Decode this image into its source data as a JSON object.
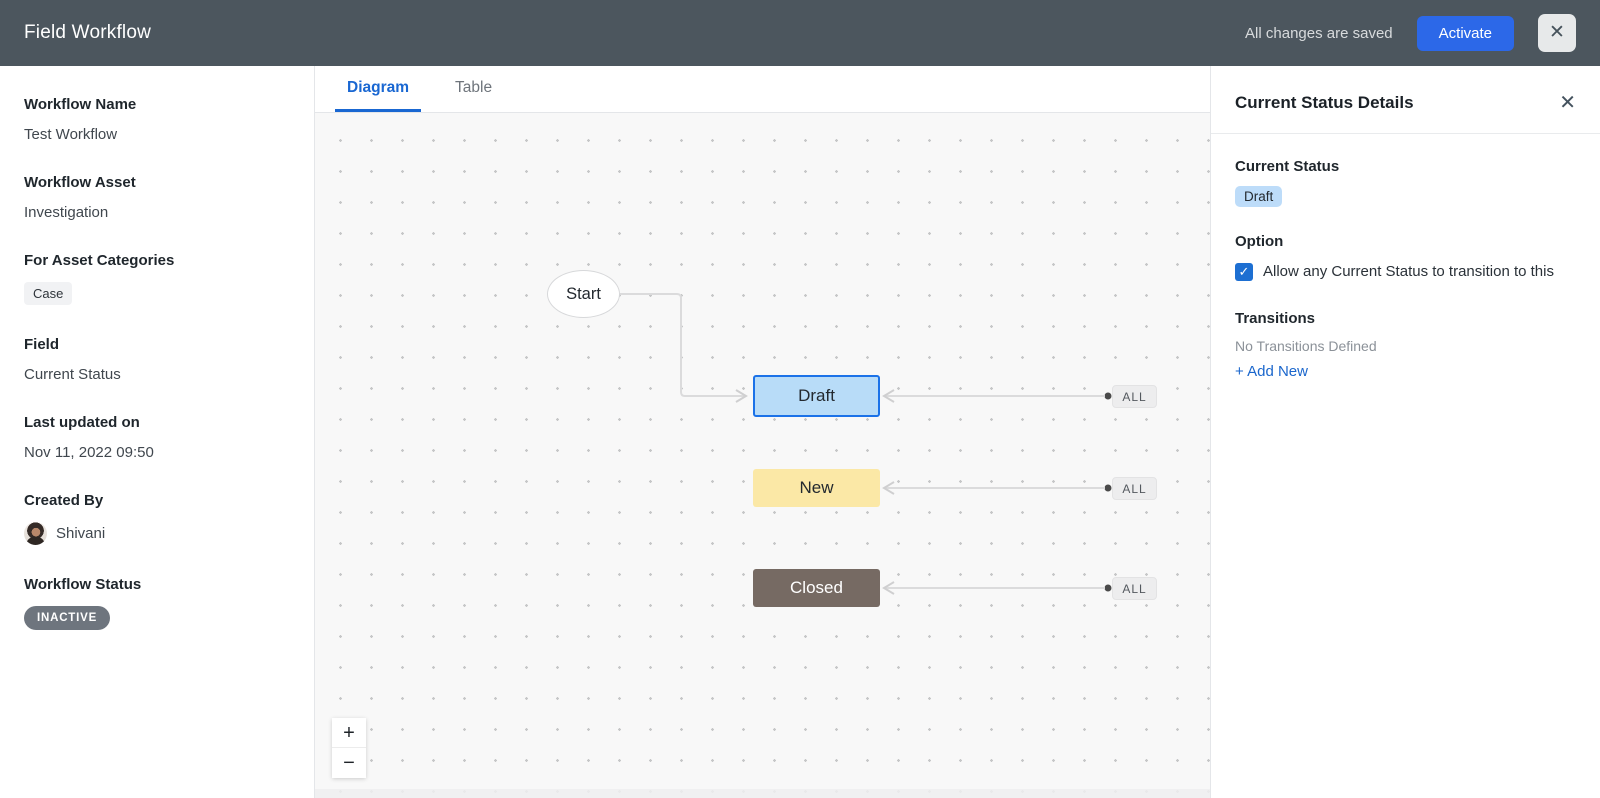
{
  "header": {
    "title": "Field Workflow",
    "saved_text": "All changes are saved",
    "activate_label": "Activate",
    "close_icon": "✕"
  },
  "sidebar": {
    "workflow_name": {
      "label": "Workflow Name",
      "value": "Test Workflow"
    },
    "workflow_asset": {
      "label": "Workflow Asset",
      "value": "Investigation"
    },
    "asset_categories": {
      "label": "For Asset Categories",
      "badge": "Case"
    },
    "field": {
      "label": "Field",
      "value": "Current Status"
    },
    "last_updated": {
      "label": "Last updated on",
      "value": "Nov 11, 2022 09:50"
    },
    "created_by": {
      "label": "Created By",
      "value": "Shivani"
    },
    "workflow_status": {
      "label": "Workflow Status",
      "badge": "INACTIVE"
    }
  },
  "tabs": {
    "diagram": "Diagram",
    "table": "Table"
  },
  "diagram": {
    "nodes": {
      "start": {
        "label": "Start",
        "color": "#ffffff"
      },
      "draft": {
        "label": "Draft",
        "color": "#B8DCF8",
        "border": "#1B72E8",
        "selected": true
      },
      "new": {
        "label": "New",
        "color": "#FBE8A6"
      },
      "closed": {
        "label": "Closed",
        "color": "#766A63"
      }
    },
    "all_label": "ALL",
    "zoom_in": "+",
    "zoom_out": "−"
  },
  "details_panel": {
    "title": "Current Status Details",
    "close_icon": "✕",
    "current_status_label": "Current Status",
    "current_status_value": "Draft",
    "option_label": "Option",
    "checkbox_checked": true,
    "check_glyph": "✓",
    "option_text": "Allow any Current Status to transition to this",
    "transitions_label": "Transitions",
    "transitions_empty": "No Transitions Defined",
    "add_new_label": "+ Add New"
  },
  "colors": {
    "header_bg": "#4C565E",
    "accent_blue": "#2C68E8",
    "tab_active": "#1967D2",
    "node_selected_border": "#1B72E8",
    "status_chip_bg": "#BDDCF9",
    "inactive_pill_bg": "#6E757E",
    "canvas_bg": "#F8F8F8"
  }
}
